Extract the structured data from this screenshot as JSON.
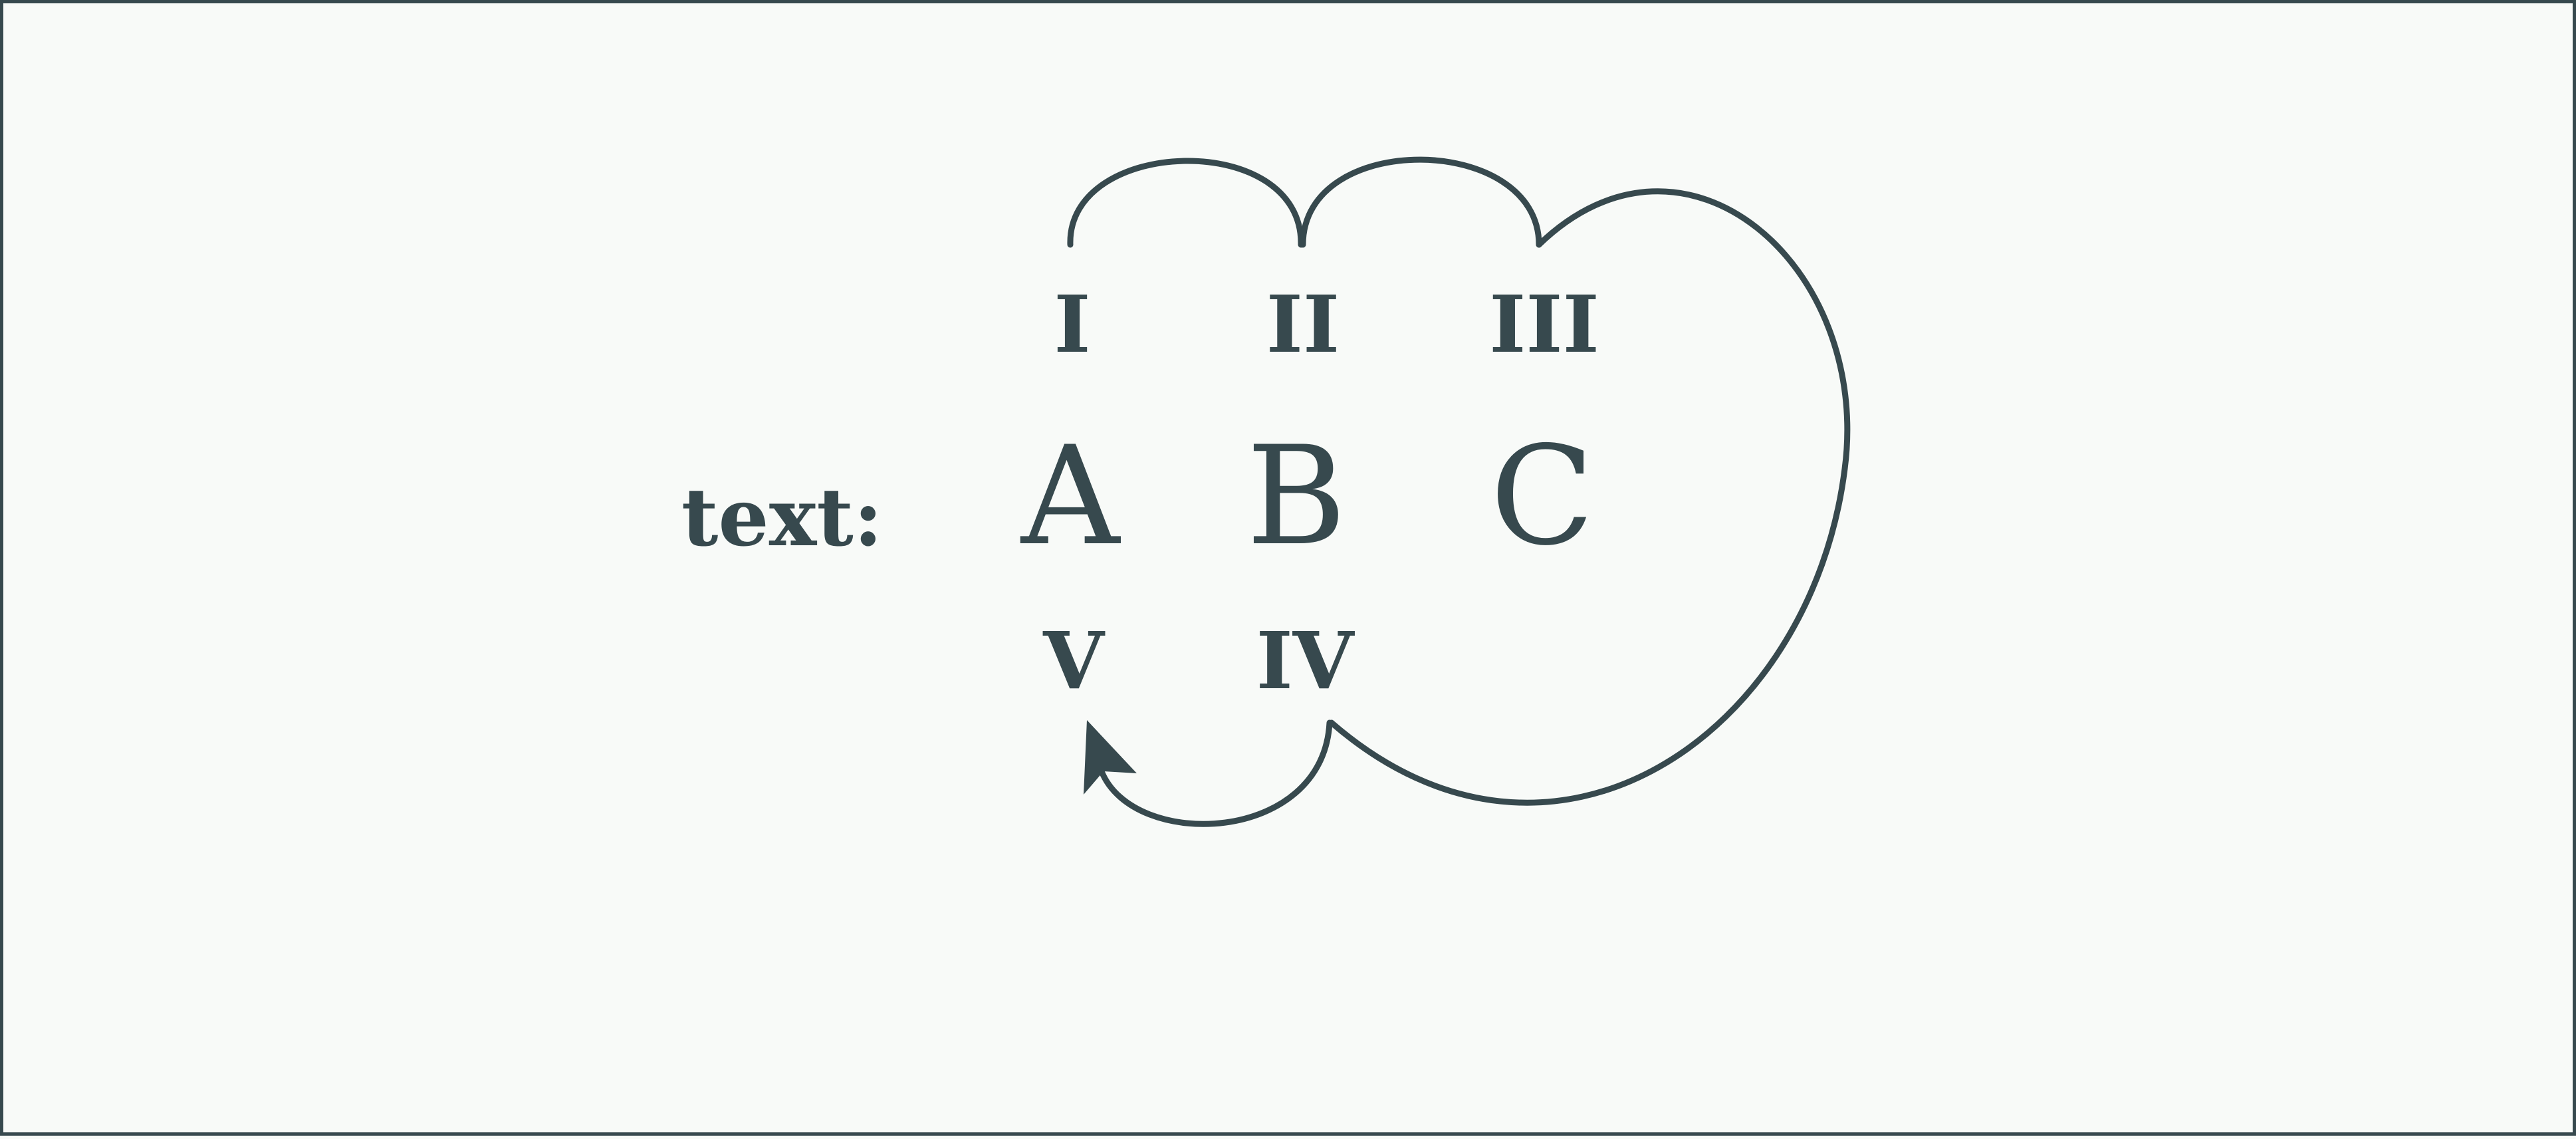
{
  "diagram": {
    "label": "text:",
    "letters": [
      "A",
      "B",
      "C"
    ],
    "numerals": {
      "one": "I",
      "two": "II",
      "three": "III",
      "four": "IV",
      "five": "V"
    }
  },
  "colors": {
    "ink": "#37494e",
    "background": "#f8faf8"
  }
}
